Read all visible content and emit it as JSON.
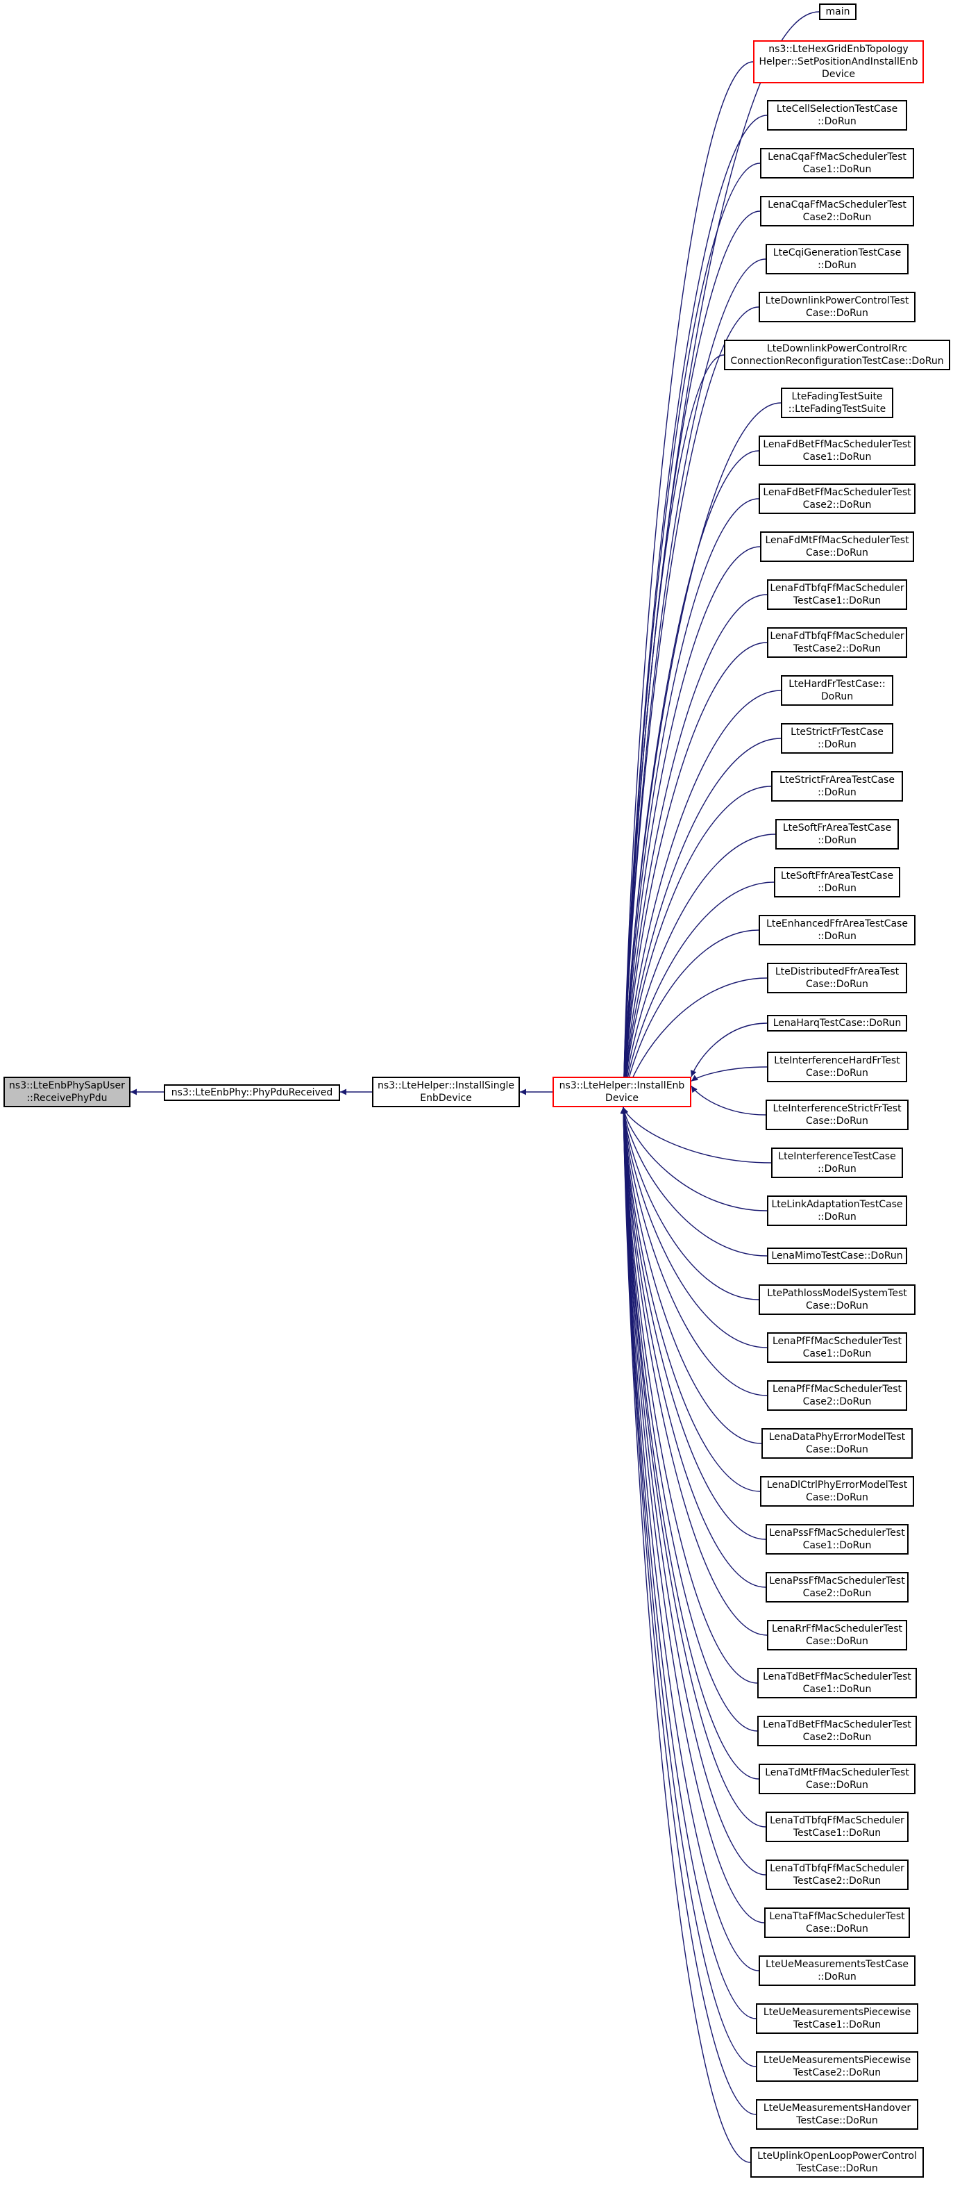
{
  "colors": {
    "edge": "#191970",
    "root_fill": "#bfbfbf",
    "highlight_border": "#ff0000",
    "border": "#000000"
  },
  "nodes": {
    "root": "ns3::LteEnbPhySapUser\n::ReceivePhyPdu",
    "phy_pdu_received": "ns3::LteEnbPhy::PhyPduReceived",
    "install_single_enb": "ns3::LteHelper::InstallSingle\nEnbDevice",
    "install_enb": "ns3::LteHelper::InstallEnb\nDevice"
  },
  "callers": [
    "main",
    "ns3::LteHexGridEnbTopology\nHelper::SetPositionAndInstallEnb\nDevice",
    "LteCellSelectionTestCase\n::DoRun",
    "LenaCqaFfMacSchedulerTest\nCase1::DoRun",
    "LenaCqaFfMacSchedulerTest\nCase2::DoRun",
    "LteCqiGenerationTestCase\n::DoRun",
    "LteDownlinkPowerControlTest\nCase::DoRun",
    "LteDownlinkPowerControlRrc\nConnectionReconfigurationTestCase::DoRun",
    "LteFadingTestSuite\n::LteFadingTestSuite",
    "LenaFdBetFfMacSchedulerTest\nCase1::DoRun",
    "LenaFdBetFfMacSchedulerTest\nCase2::DoRun",
    "LenaFdMtFfMacSchedulerTest\nCase::DoRun",
    "LenaFdTbfqFfMacScheduler\nTestCase1::DoRun",
    "LenaFdTbfqFfMacScheduler\nTestCase2::DoRun",
    "LteHardFrTestCase::\nDoRun",
    "LteStrictFrTestCase\n::DoRun",
    "LteStrictFrAreaTestCase\n::DoRun",
    "LteSoftFrAreaTestCase\n::DoRun",
    "LteSoftFfrAreaTestCase\n::DoRun",
    "LteEnhancedFfrAreaTestCase\n::DoRun",
    "LteDistributedFfrAreaTest\nCase::DoRun",
    "LenaHarqTestCase::DoRun",
    "LteInterferenceHardFrTest\nCase::DoRun",
    "LteInterferenceStrictFrTest\nCase::DoRun",
    "LteInterferenceTestCase\n::DoRun",
    "LteLinkAdaptationTestCase\n::DoRun",
    "LenaMimoTestCase::DoRun",
    "LtePathlossModelSystemTest\nCase::DoRun",
    "LenaPfFfMacSchedulerTest\nCase1::DoRun",
    "LenaPfFfMacSchedulerTest\nCase2::DoRun",
    "LenaDataPhyErrorModelTest\nCase::DoRun",
    "LenaDlCtrlPhyErrorModelTest\nCase::DoRun",
    "LenaPssFfMacSchedulerTest\nCase1::DoRun",
    "LenaPssFfMacSchedulerTest\nCase2::DoRun",
    "LenaRrFfMacSchedulerTest\nCase::DoRun",
    "LenaTdBetFfMacSchedulerTest\nCase1::DoRun",
    "LenaTdBetFfMacSchedulerTest\nCase2::DoRun",
    "LenaTdMtFfMacSchedulerTest\nCase::DoRun",
    "LenaTdTbfqFfMacScheduler\nTestCase1::DoRun",
    "LenaTdTbfqFfMacScheduler\nTestCase2::DoRun",
    "LenaTtaFfMacSchedulerTest\nCase::DoRun",
    "LteUeMeasurementsTestCase\n::DoRun",
    "LteUeMeasurementsPiecewise\nTestCase1::DoRun",
    "LteUeMeasurementsPiecewise\nTestCase2::DoRun",
    "LteUeMeasurementsHandover\nTestCase::DoRun",
    "LteUplinkOpenLoopPowerControl\nTestCase::DoRun"
  ]
}
